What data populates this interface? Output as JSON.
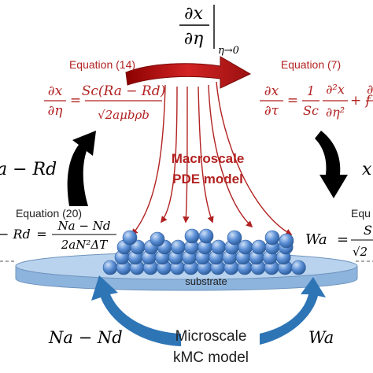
{
  "colors": {
    "red": "#b22222",
    "dark_red": "#8b1010",
    "blue": "#2e75b6",
    "sphere": "#5b8fd6",
    "substrate": "#a9c8e8",
    "black": "#000000"
  },
  "top_label": {
    "numerator": "∂x",
    "denominator": "∂η",
    "subscript": "η→0"
  },
  "eq14": {
    "title": "Equation (14)",
    "lhs_num": "∂x",
    "lhs_den": "∂η",
    "equals": "=",
    "rhs_num": "Sc(Ra − Rd)",
    "rhs_den": "√2aμbρb"
  },
  "eq7": {
    "title": "Equation (7)",
    "lhs_num": "∂x",
    "lhs_den": "∂τ",
    "equals": "=",
    "c1_num": "1",
    "c1_den": "Sc",
    "c2_num": "∂²x",
    "c2_den": "∂η²",
    "plus_f": "+ f",
    "tail": "∂"
  },
  "left_flux": "a − Rd",
  "right_x": "x",
  "pde_model": {
    "line1": "Macroscale",
    "line2": "PDE model"
  },
  "eq20": {
    "title": "Equation (20)",
    "lhs": "− Rd",
    "equals": "=",
    "num": "Na − Nd",
    "den": "2aN²ΔT"
  },
  "eq_right": {
    "title": "Equ",
    "lhs": "Wa",
    "equals": "=",
    "num": "S",
    "den": "√2"
  },
  "substrate_label": "substrate",
  "kmc_model": {
    "line1": "Microscale",
    "line2": "kMC model"
  },
  "bottom_left": "Na − Nd",
  "bottom_right": "Wa",
  "icons": {
    "feedback_arrow": "red-curved-arrow-icon",
    "down_arrows": "red-thin-arrows-icon",
    "left_cycle": "black-curved-arrow-icon",
    "right_cycle": "black-curved-arrow-icon",
    "blue_left": "blue-curved-arrow-icon",
    "blue_right": "blue-curved-arrow-icon"
  }
}
